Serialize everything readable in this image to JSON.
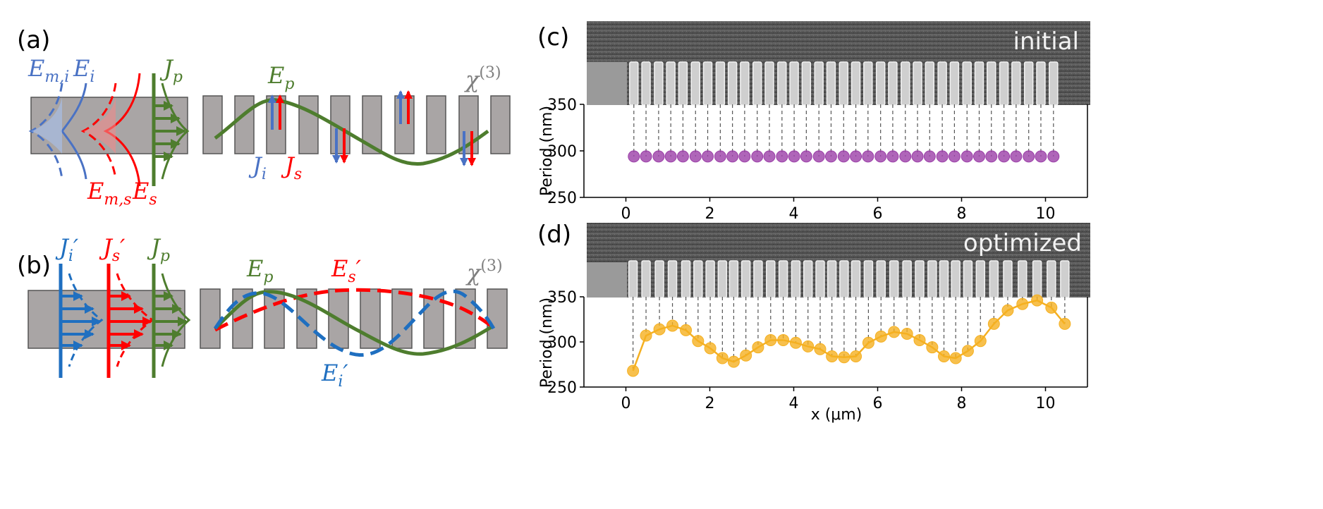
{
  "panels": {
    "a": "(a)",
    "b": "(b)",
    "c": "(c)",
    "d": "(d)"
  },
  "schematic_a": {
    "labels": {
      "E_mi": "E_{m,i}",
      "E_i": "E_i",
      "E_ms": "E_{m,s}",
      "E_s": "E_s",
      "J_p": "J_p",
      "E_p": "E_p",
      "J_i": "J_i",
      "J_s": "J_s",
      "chi": "χ^{(3)}"
    }
  },
  "schematic_b": {
    "labels": {
      "J_i_prime": "J_i′",
      "J_s_prime": "J_s′",
      "J_p": "J_p",
      "E_p": "E_p",
      "E_s_prime": "E_s′",
      "E_i_prime": "E_i′",
      "chi": "χ^{(3)}"
    }
  },
  "colors": {
    "idler": "#4a72c4",
    "idler_dark": "#1f6fc0",
    "signal": "#ff0000",
    "pump": "#4e7d2e",
    "waveguide": "#a9a5a5",
    "chi": "#7f7f7f",
    "initial_marker": "#9b3fa8",
    "optimized_marker": "#f5b021"
  },
  "chart_data": [
    {
      "type": "scatter",
      "panel": "c",
      "sem_label": "initial",
      "xlabel": "",
      "ylabel": "Period (nm)",
      "ylim": [
        250,
        350
      ],
      "xlim": [
        -1,
        11
      ],
      "yticks": [
        "250",
        "300",
        "350"
      ],
      "xticks": [
        "0",
        "2",
        "4",
        "6",
        "8",
        "10"
      ],
      "x": [
        0.19,
        0.48,
        0.78,
        1.07,
        1.36,
        1.66,
        1.95,
        2.25,
        2.54,
        2.83,
        3.13,
        3.42,
        3.72,
        4.01,
        4.3,
        4.6,
        4.89,
        5.19,
        5.48,
        5.77,
        6.07,
        6.36,
        6.66,
        6.95,
        7.24,
        7.54,
        7.83,
        8.13,
        8.42,
        8.71,
        9.01,
        9.3,
        9.6,
        9.89,
        10.19
      ],
      "y": [
        294,
        294,
        294,
        294,
        294,
        294,
        294,
        294,
        294,
        294,
        294,
        294,
        294,
        294,
        294,
        294,
        294,
        294,
        294,
        294,
        294,
        294,
        294,
        294,
        294,
        294,
        294,
        294,
        294,
        294,
        294,
        294,
        294,
        294,
        294
      ]
    },
    {
      "type": "line",
      "panel": "d",
      "sem_label": "optimized",
      "xlabel": "x (μm)",
      "ylabel": "Period (nm)",
      "ylim": [
        250,
        350
      ],
      "xlim": [
        -1,
        11
      ],
      "yticks": [
        "250",
        "300",
        "350"
      ],
      "xticks": [
        "0",
        "2",
        "4",
        "6",
        "8",
        "10"
      ],
      "x": [
        0.17,
        0.48,
        0.8,
        1.11,
        1.43,
        1.72,
        2.01,
        2.3,
        2.57,
        2.86,
        3.15,
        3.45,
        3.75,
        4.05,
        4.34,
        4.63,
        4.91,
        5.2,
        5.48,
        5.78,
        6.08,
        6.39,
        6.7,
        7.0,
        7.3,
        7.58,
        7.86,
        8.15,
        8.45,
        8.77,
        9.1,
        9.45,
        9.8,
        10.14,
        10.46
      ],
      "y": [
        268,
        307,
        314,
        318,
        313,
        301,
        293,
        282,
        278,
        285,
        294,
        302,
        302,
        299,
        295,
        292,
        284,
        283,
        284,
        299,
        306,
        311,
        309,
        302,
        294,
        284,
        282,
        290,
        301,
        320,
        335,
        342,
        346,
        338,
        320
      ]
    }
  ]
}
